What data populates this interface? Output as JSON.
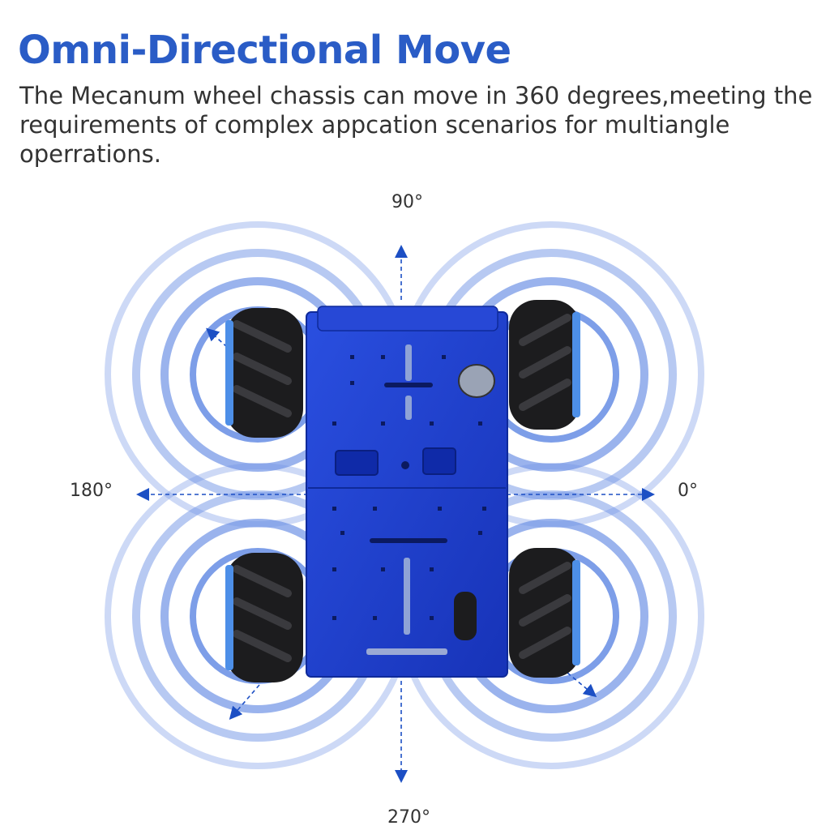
{
  "heading": {
    "title": "Omni-Directional Move",
    "description": "The Mecanum wheel chassis can move in 360 degrees,meeting the requirements of complex appcation scenarios for multiangle operrations."
  },
  "angles": {
    "up": "90°",
    "left": "180°",
    "right": "0°",
    "down": "270°"
  },
  "colors": {
    "title": "#2a5cc6",
    "chassis": "#1f3fd0",
    "ring": "#5a83e0",
    "arrow": "#1c4fc4",
    "wheel": "#1c1c1e"
  }
}
